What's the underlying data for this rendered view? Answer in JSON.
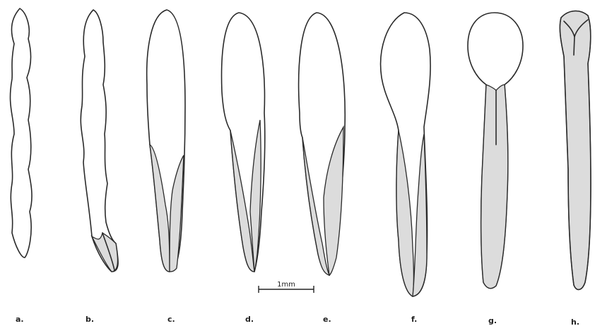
{
  "panels": [
    {
      "id": "a",
      "label": "a."
    },
    {
      "id": "b",
      "label": "b."
    },
    {
      "id": "c",
      "label": "c."
    },
    {
      "id": "d",
      "label": "d."
    },
    {
      "id": "e",
      "label": "e."
    },
    {
      "id": "f",
      "label": "f."
    },
    {
      "id": "g",
      "label": "g."
    },
    {
      "id": "h",
      "label": "h."
    }
  ],
  "scale_bar": {
    "label": "1mm"
  },
  "colors": {
    "outline": "#2a2a2a",
    "shading": "#dcdcdc",
    "stipple": "#6a6a6a",
    "background": "#ffffff"
  }
}
